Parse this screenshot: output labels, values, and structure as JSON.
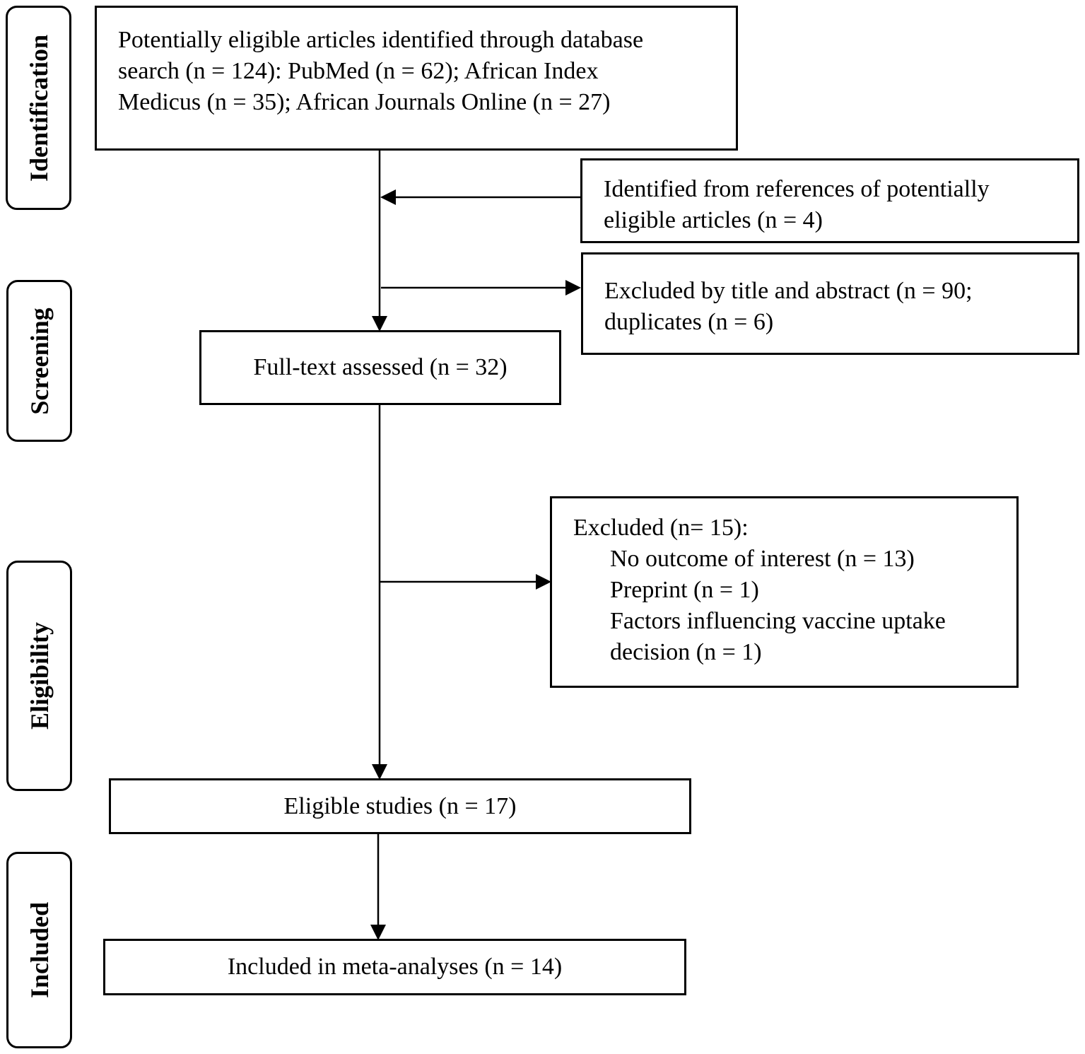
{
  "stages": {
    "identification": "Identification",
    "screening": "Screening",
    "eligibility": "Eligibility",
    "included": "Included"
  },
  "boxes": {
    "database_search": {
      "lines": [
        "Potentially eligible articles identified through database",
        "search (n = 124): PubMed (n = 62); African Index",
        "Medicus (n = 35); African Journals Online (n = 27)"
      ]
    },
    "references": {
      "lines": [
        "Identified from references of potentially",
        "eligible articles (n = 4)"
      ]
    },
    "excluded_title": {
      "lines": [
        "Excluded by title and abstract (n = 90;",
        "duplicates (n = 6)"
      ]
    },
    "full_text": {
      "text": "Full-text assessed (n = 32)"
    },
    "excluded_full": {
      "heading": "Excluded (n= 15):",
      "items": [
        "No outcome of interest (n = 13)",
        "Preprint (n = 1)",
        "Factors influencing vaccine uptake",
        "decision (n = 1)"
      ]
    },
    "eligible": {
      "text": "Eligible studies (n = 17)"
    },
    "included": {
      "text": "Included in meta-analyses (n = 14)"
    }
  }
}
